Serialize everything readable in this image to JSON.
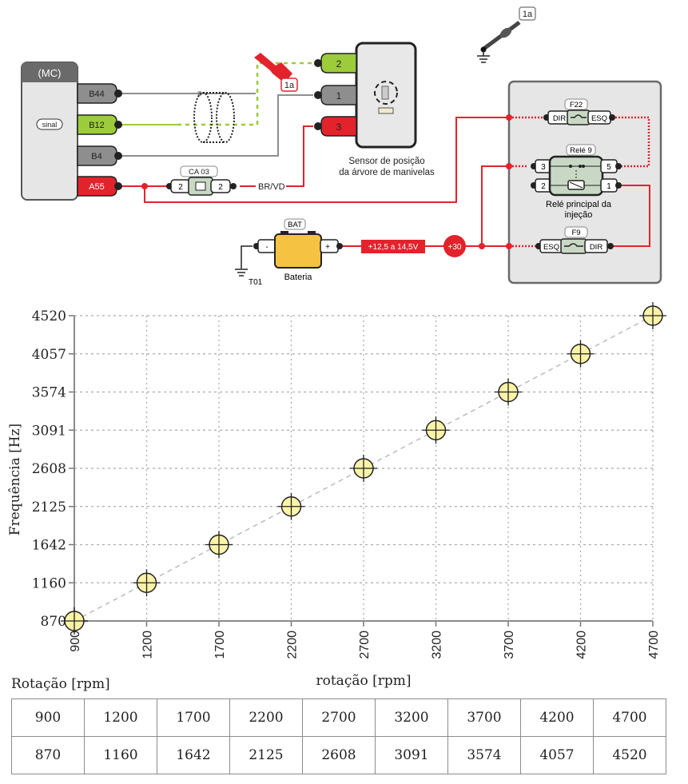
{
  "diagram": {
    "ecu": {
      "title": "(MC)",
      "badge": "sinal",
      "pins": [
        {
          "label": "B44",
          "color": "#8e8e8e"
        },
        {
          "label": "B12",
          "color": "#9ccc3a"
        },
        {
          "label": "B4",
          "color": "#8e8e8e"
        },
        {
          "label": "A55",
          "color": "#e3232c"
        }
      ]
    },
    "sensor": {
      "label_line1": "Sensor de posição",
      "label_line2": "da árvore de manivelas",
      "pins": [
        {
          "label": "2",
          "color": "#9ccc3a"
        },
        {
          "label": "1",
          "color": "#8e8e8e"
        },
        {
          "label": "3",
          "color": "#e3232c"
        }
      ]
    },
    "probe_red_label": "1a",
    "probe_black_label": "1a",
    "connector": {
      "title": "CA 03",
      "left_pin": "2",
      "right_pin": "2"
    },
    "wire_label": "BR/VD",
    "battery": {
      "title": "BAT",
      "label": "Bateria",
      "neg": "-",
      "pos": "+",
      "ground": "T01"
    },
    "voltage_label": "+12,5 a 14,5V",
    "terminal_label": "+30",
    "fuse_f22": {
      "title": "F22",
      "left": "DIR",
      "right": "ESQ"
    },
    "relay": {
      "title": "Relé 9",
      "pins": [
        "3",
        "5",
        "2",
        "1"
      ],
      "label_line1": "Relé principal da",
      "label_line2": "injeção"
    },
    "fuse_f9": {
      "title": "F9",
      "left": "ESQ",
      "right": "DIR"
    },
    "colors": {
      "red": "#e3232c",
      "green": "#9ccc3a",
      "gray": "#8e8e8e",
      "panel": "#e6e6e6",
      "battery": "#f5c242",
      "relay": "#c8d8c4"
    }
  },
  "chart_data": {
    "type": "scatter",
    "title": "",
    "xlabel": "rotação [rpm]",
    "ylabel": "Frequência [Hz]",
    "x": [
      900,
      1200,
      1700,
      2200,
      2700,
      3200,
      3700,
      4200,
      4700
    ],
    "y": [
      870,
      1160,
      1642,
      2125,
      2608,
      3091,
      3574,
      4057,
      4520
    ],
    "x_ticks": [
      "900",
      "1200",
      "1700",
      "2200",
      "2700",
      "3200",
      "3700",
      "4200",
      "4700"
    ],
    "y_ticks": [
      "870",
      "1160",
      "1642",
      "2125",
      "2608",
      "3091",
      "3574",
      "4057",
      "4520"
    ],
    "grid": true,
    "trend_line": "dashed",
    "marker_color": "#fbf3a8"
  },
  "table": {
    "caption": "Rotação [rpm]",
    "rows": [
      [
        "900",
        "1200",
        "1700",
        "2200",
        "2700",
        "3200",
        "3700",
        "4200",
        "4700"
      ],
      [
        "870",
        "1160",
        "1642",
        "2125",
        "2608",
        "3091",
        "3574",
        "4057",
        "4520"
      ]
    ]
  }
}
